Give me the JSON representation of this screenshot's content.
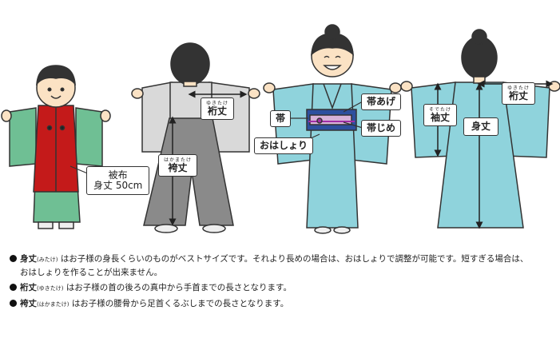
{
  "labels": {
    "child_hifu_1": "被布",
    "child_hifu_2": "身丈 50cm",
    "yuki_ruby": "ゆきたけ",
    "yuki": "裄丈",
    "hakama_ruby": "はかまたけ",
    "hakama": "袴丈",
    "obi": "帯",
    "obiage": "帯あげ",
    "obijime": "帯じめ",
    "ohashori": "おはしょり",
    "sode_ruby": "そでたけ",
    "sode": "袖丈",
    "mitake": "身丈"
  },
  "notes": [
    {
      "term": "身丈",
      "ruby": "(みたけ)",
      "text": "はお子様の身長くらいのものがベストサイズです。それより長めの場合は、おはしょりで調整が可能です。短すぎる場合は、",
      "text2": "おはしょりを作ることが出来ません。"
    },
    {
      "term": "裄丈",
      "ruby": "(ゆきたけ)",
      "text": "はお子様の首の後ろの真中から手首までの長さとなります。"
    },
    {
      "term": "袴丈",
      "ruby": "(はかまたけ)",
      "text": "はお子様の腰骨から足首くるぶしまでの長さとなります。"
    }
  ],
  "colors": {
    "green": "#6fbf94",
    "red": "#c41a1a",
    "gray_kimono": "#d9d9d9",
    "gray_hakama": "#8a8a8a",
    "light_blue": "#8fd3dc",
    "skin": "#fbe2c4",
    "hair": "#333333"
  }
}
